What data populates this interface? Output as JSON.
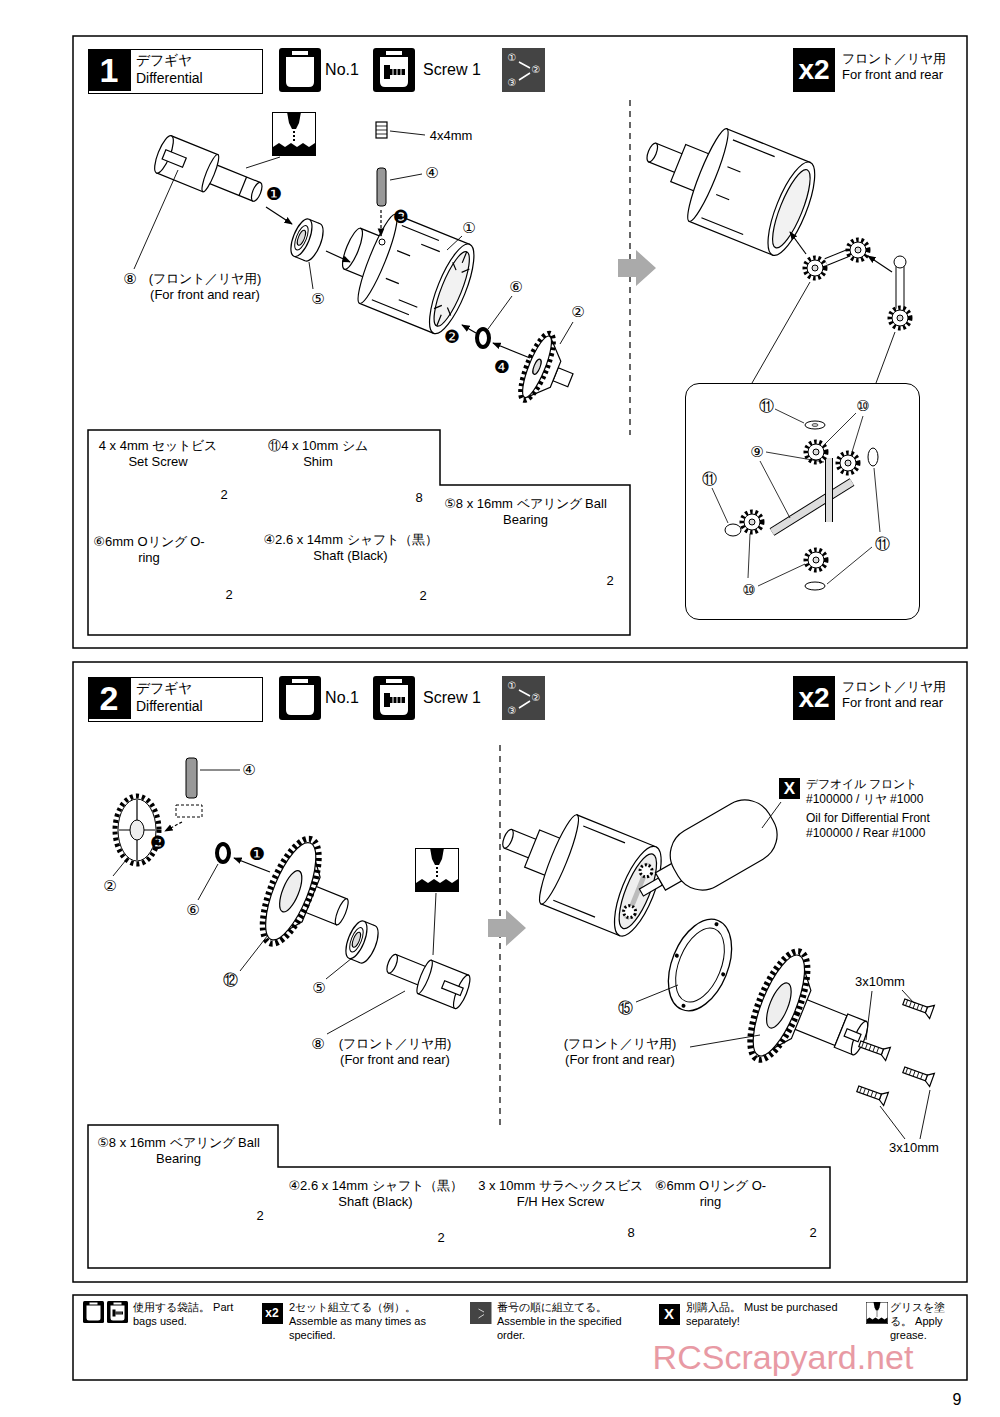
{
  "diagram": {
    "nodes": [
      {
        "text": [
          "1",
          "デフギヤ Differential"
        ]
      },
      {
        "text": [
          "x2",
          "フロント／リヤ用 For front and rear"
        ]
      },
      {
        "text": [
          "4 x 4mm セットビス Set Screw",
          "2",
          "⑪4 x 10mm シム Shim",
          "8",
          "⑥6mm Oリング O-ring",
          "2",
          "④2.6 x 14mm シャフト（黒） Shaft (Black)",
          "2",
          "⑤8 x 16mm ベアリング Ball Bearing",
          "2"
        ]
      },
      {
        "text": [
          "⑪",
          "⑩",
          "⑨",
          "⑪",
          "⑪",
          "⑩"
        ]
      },
      {
        "text": [
          "2",
          "デフギヤ Differential"
        ]
      },
      {
        "text": [
          "x2",
          "フロント／リヤ用 For front and rear"
        ]
      },
      {
        "text": [
          "X",
          "デフオイル フロント #100000 / リヤ #1000",
          "Oil for Differential Front #100000 / Rear #1000"
        ]
      },
      {
        "text": [
          "⑤8 x 16mm ベアリング Ball Bearing",
          "2",
          "④2.6 x 14mm シャフト（黒） Shaft (Black)",
          "2",
          "3 x 10mm サラヘックスビス F/H Hex Screw",
          "8",
          "⑥6mm Oリング O-ring",
          "2"
        ]
      }
    ],
    "labels": [
      "No.1",
      "Screw 1",
      "①",
      "②",
      "③",
      "4x4mm",
      "④",
      "❶",
      "❸",
      "①",
      "⑧",
      "(フロント／リヤ用) (For front and rear)",
      "⑤",
      "⑥",
      "②",
      "❷",
      "❹",
      "No.1",
      "Screw 1",
      "①",
      "②",
      "③",
      "④",
      "❷",
      "❶",
      "②",
      "⑥",
      "⑫",
      "⑤",
      "⑧",
      "(フロント／リヤ用) (For front and rear)",
      "⑮",
      "(フロント／リヤ用) (For front and rear)",
      "3x10mm",
      "3x10mm",
      "x2",
      "X",
      "RCScrapyard.net",
      "9"
    ],
    "legend": [
      {
        "text": "使用する袋詰。 Part bags used."
      },
      {
        "text": "2セット組立てる（例）。 Assemble as many times as specified."
      },
      {
        "text": "番号の順に組立てる。 Assemble in the specified order."
      },
      {
        "text": "別購入品。 Must be purchased separately!"
      },
      {
        "text": "グリスを塗る。 Apply grease."
      }
    ]
  }
}
